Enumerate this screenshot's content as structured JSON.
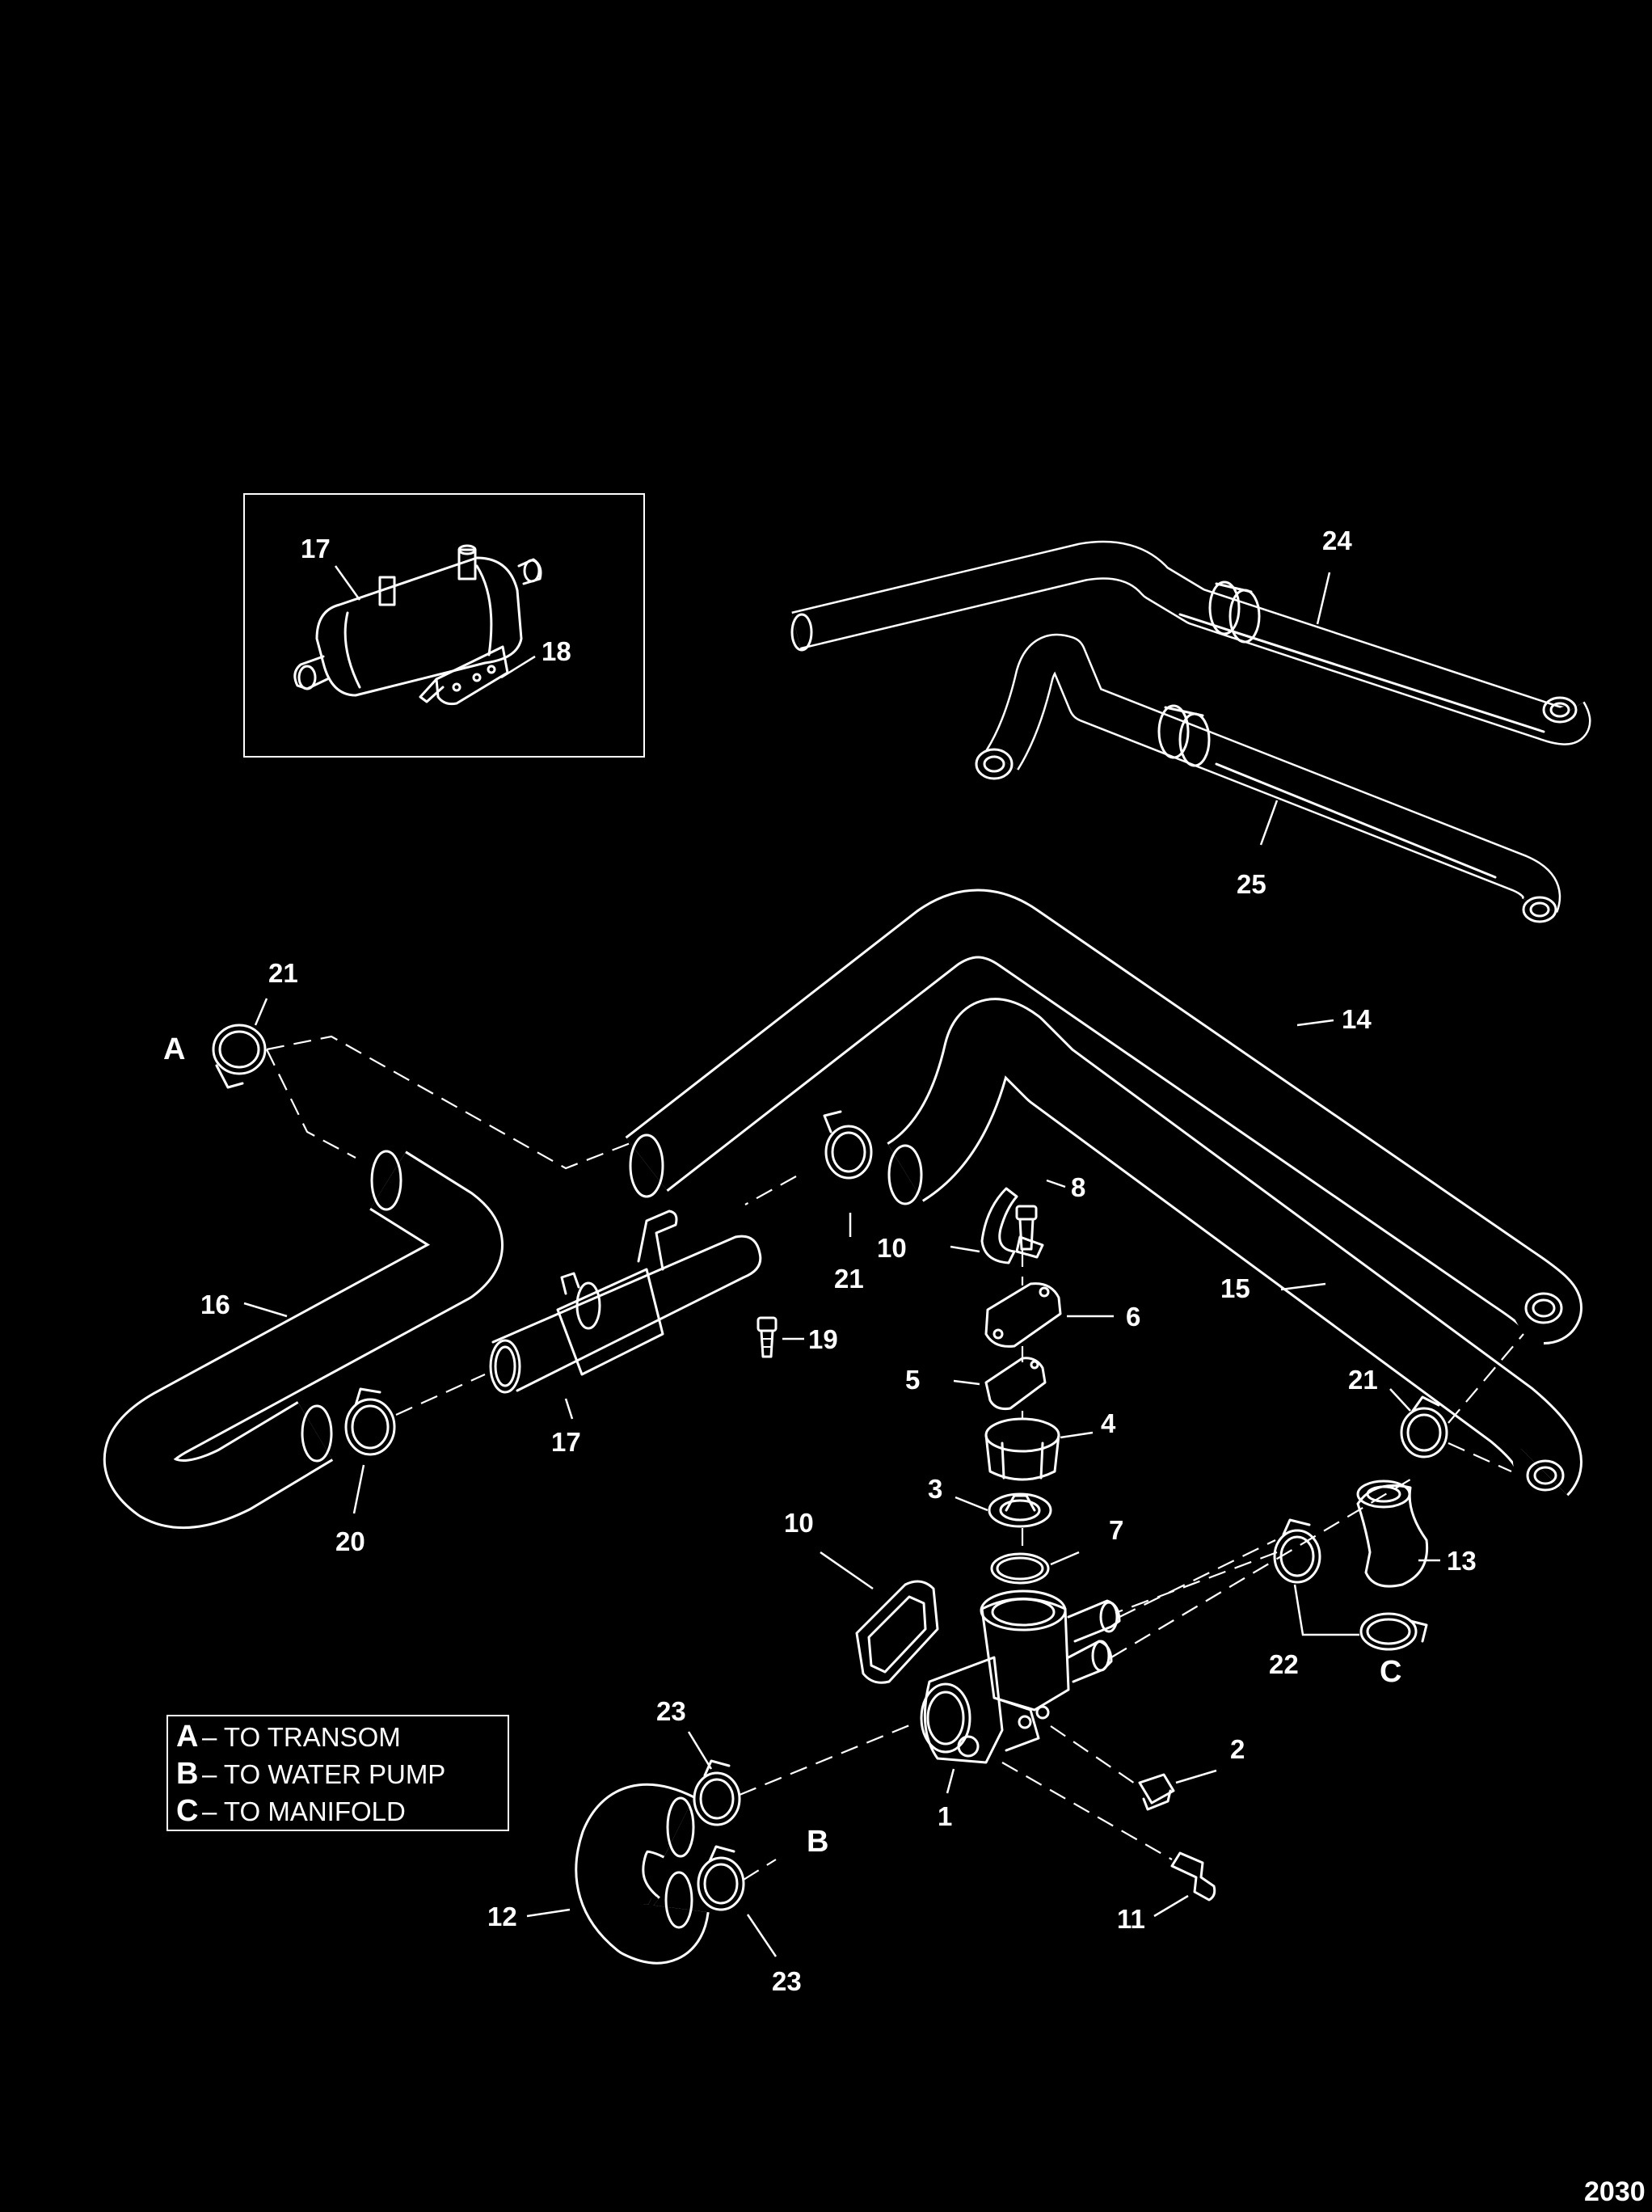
{
  "callouts": {
    "c1": "1",
    "c2": "2",
    "c3": "3",
    "c4": "4",
    "c5": "5",
    "c6": "6",
    "c7": "7",
    "c8": "8",
    "c10a": "10",
    "c10b": "10",
    "c11": "11",
    "c12": "12",
    "c13": "13",
    "c14": "14",
    "c15": "15",
    "c16": "16",
    "c17a": "17",
    "c17b": "17",
    "c18": "18",
    "c19": "19",
    "c20": "20",
    "c21a": "21",
    "c21b": "21",
    "c21c": "21",
    "c22": "22",
    "c23a": "23",
    "c23b": "23",
    "c24": "24",
    "c25": "25"
  },
  "connection_letters": {
    "a": "A",
    "b": "B",
    "c": "C"
  },
  "legend": [
    {
      "key": "A",
      "text": "– TO TRANSOM"
    },
    {
      "key": "B",
      "text": "– TO WATER PUMP"
    },
    {
      "key": "C",
      "text": "– TO MANIFOLD"
    }
  ],
  "document_number": "2030"
}
